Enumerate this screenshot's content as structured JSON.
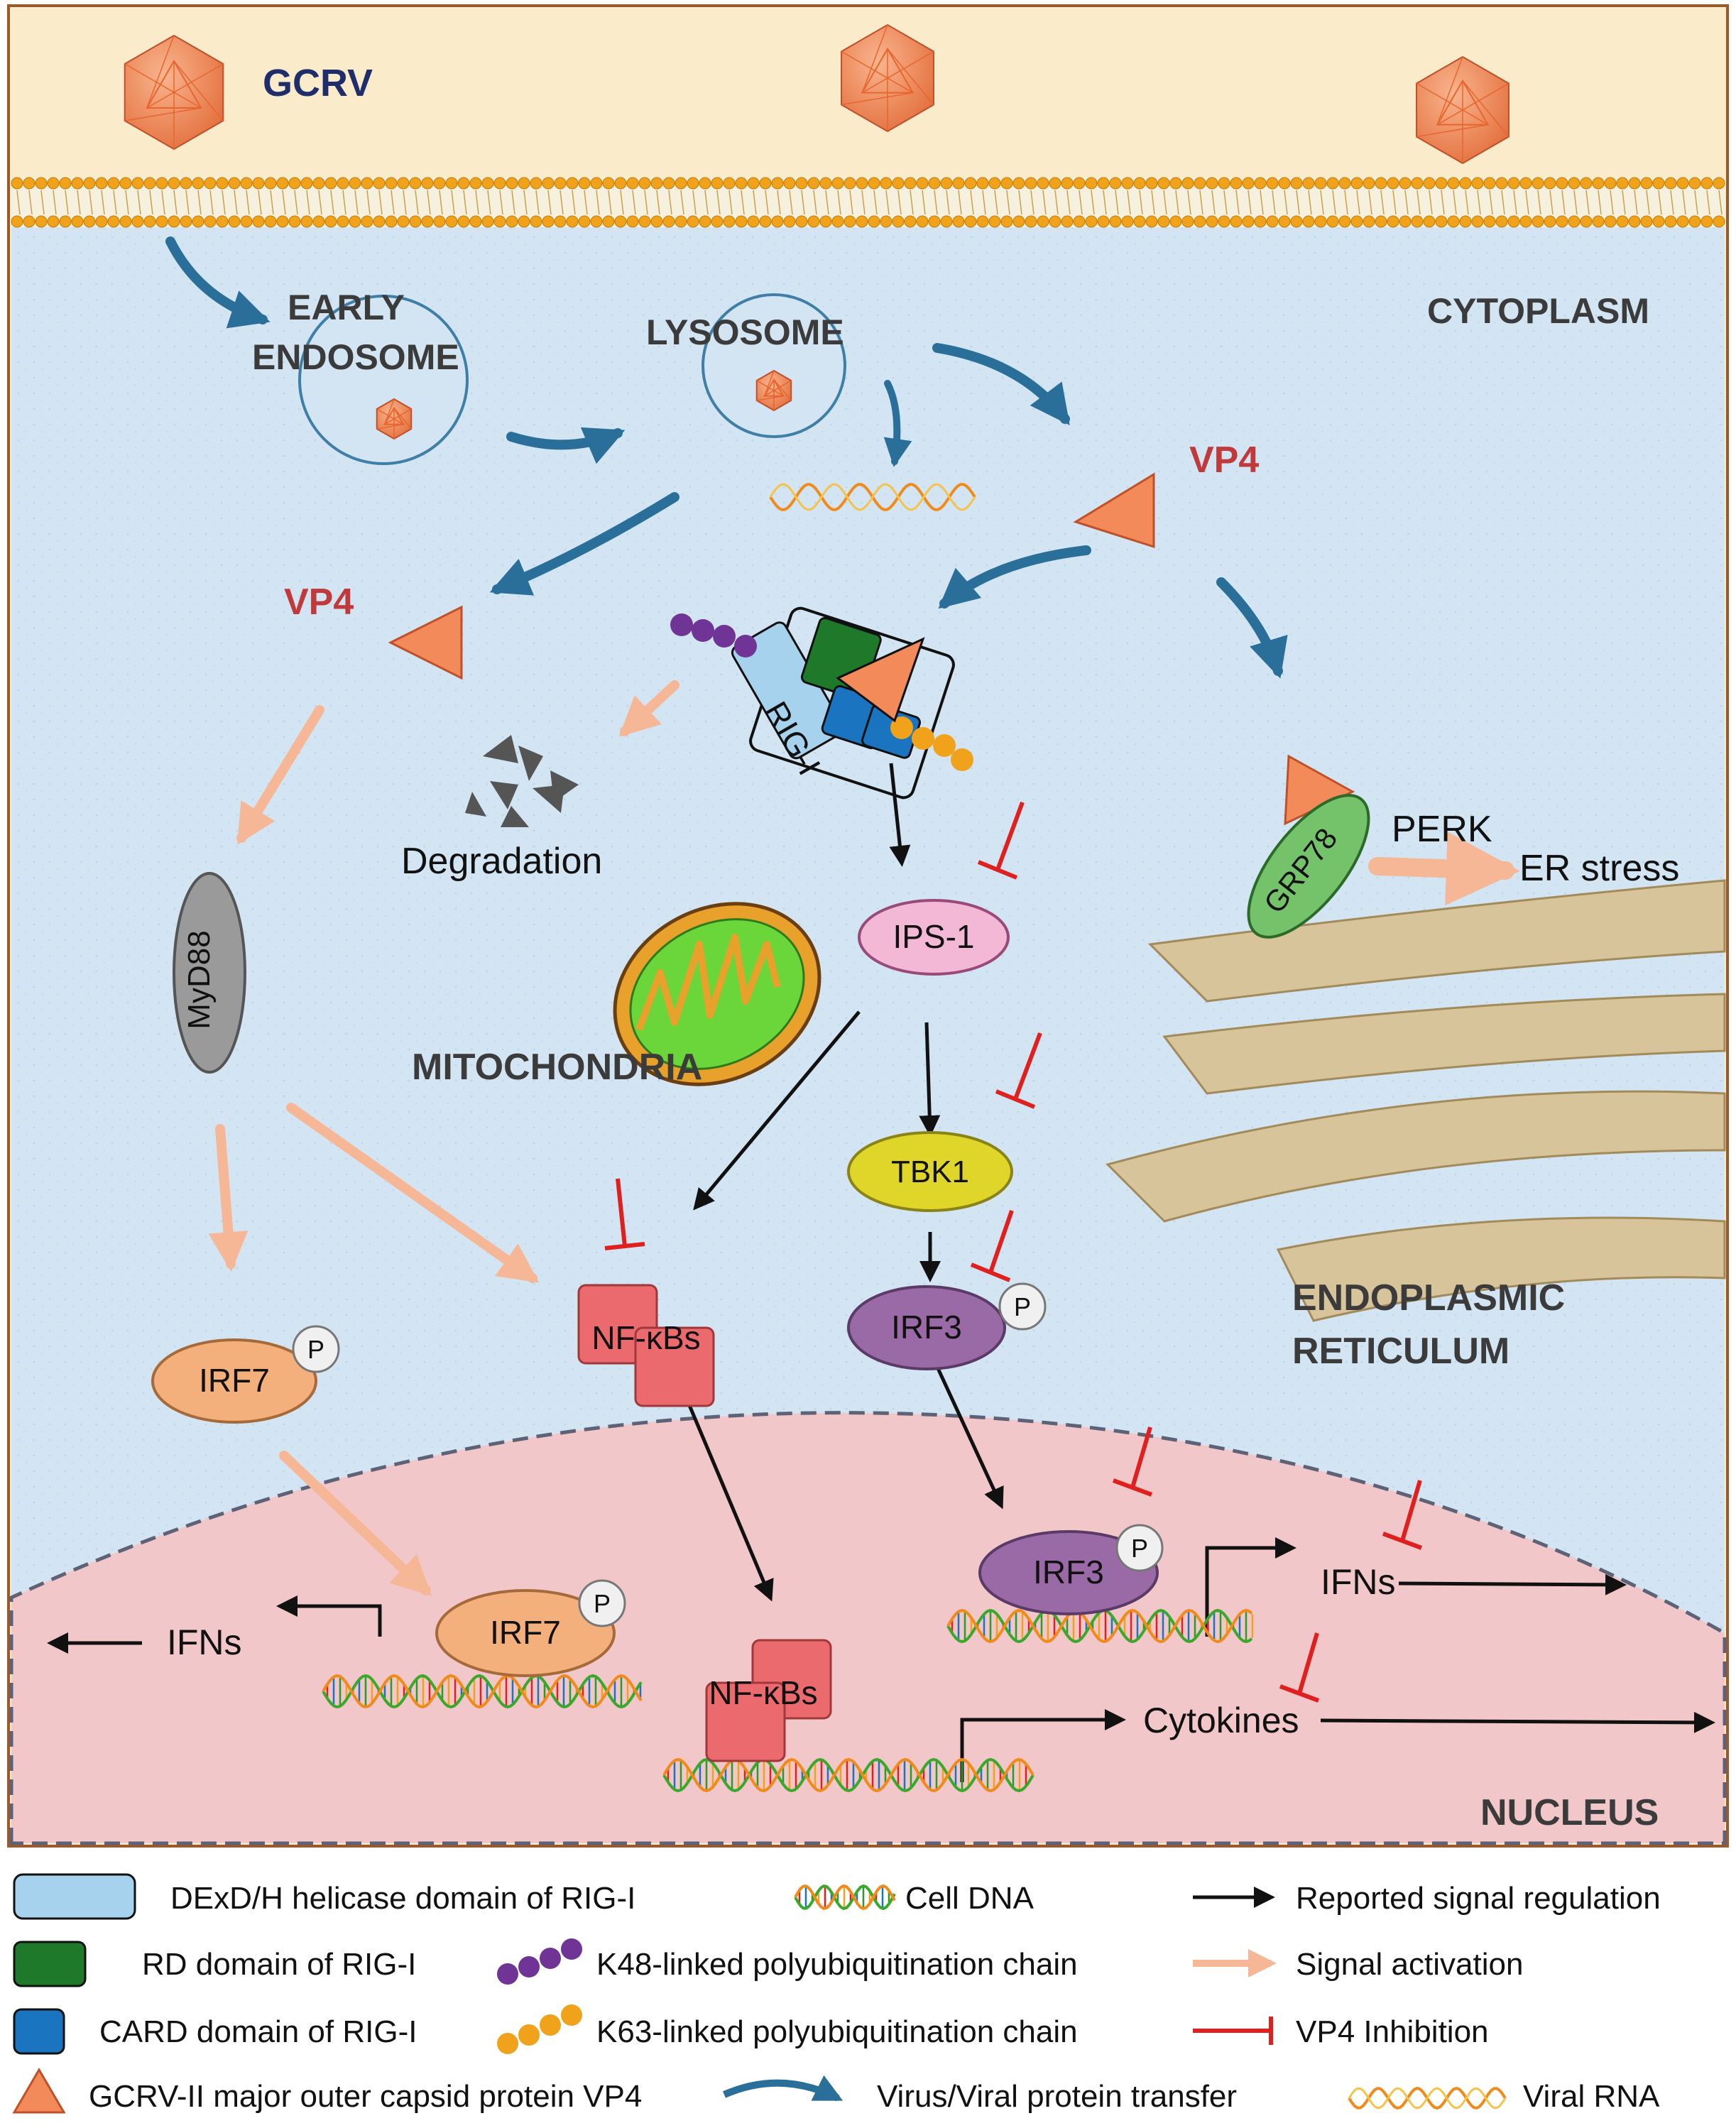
{
  "colors": {
    "outside": "#faeccb",
    "cytoplasm": "#d3e5f2",
    "nucleus": "#f2c7c9",
    "capsid": "#f28a5a",
    "rig_helicase": "#a7d2ee",
    "rig_rd": "#1e7a2a",
    "rig_card": "#1a74c0",
    "k48": "#6f3496",
    "k63": "#f0a21a",
    "mito": "#6ad63a",
    "ips1": "#f2b8d6",
    "tbk1": "#e0d62a",
    "irf3": "#9a6aa6",
    "irf7": "#f4b07c",
    "nfkb": "#ea6a6e",
    "myd88": "#9a9a9a",
    "grp78": "#74c26a",
    "er": "#c8b48a",
    "inhibition": "#e0201f",
    "activation": "#f5c0a0",
    "transfer": "#2a6f9a"
  },
  "labels": {
    "gcrv": "GCRV",
    "early_endosome_1": "EARLY",
    "early_endosome_2": "ENDOSOME",
    "lysosome": "LYSOSOME",
    "cytoplasm": "CYTOPLASM",
    "vp4_right": "VP4",
    "vp4_left": "VP4",
    "rig_i": "RIG-I",
    "degradation": "Degradation",
    "perk": "PERK",
    "er_stress": "ER stress",
    "grp78": "GRP78",
    "ips1": "IPS-1",
    "mitochondria": "MITOCHONDRIA",
    "myd88": "MyD88",
    "tbk1": "TBK1",
    "irf3": "IRF3",
    "irf3_nuc": "IRF3",
    "irf7": "IRF7",
    "irf7_nuc": "IRF7",
    "nfkbs": "NF-κBs",
    "nfkbs_nuc": "NF-κBs",
    "phospho": "P",
    "er_1": "ENDOPLASMIC",
    "er_2": "RETICULUM",
    "ifns_right": "IFNs",
    "ifns_left": "IFNs",
    "cytokines": "Cytokines",
    "nucleus": "NUCLEUS"
  },
  "legend": {
    "helicase": "DExD/H helicase domain of RIG-I",
    "rd": "RD  domain of RIG-I",
    "card": "CARD  domain of RIG-I",
    "vp4": "GCRV-II major outer capsid protein VP4",
    "cell_dna": "Cell DNA",
    "k48": "K48-linked polyubiquitination chain",
    "k63": "K63-linked polyubiquitination chain",
    "transfer": "Virus/Viral protein transfer",
    "reported": "Reported signal regulation",
    "activation": "Signal activation",
    "inhibition": "VP4 Inhibition",
    "viral_rna": "Viral RNA"
  }
}
